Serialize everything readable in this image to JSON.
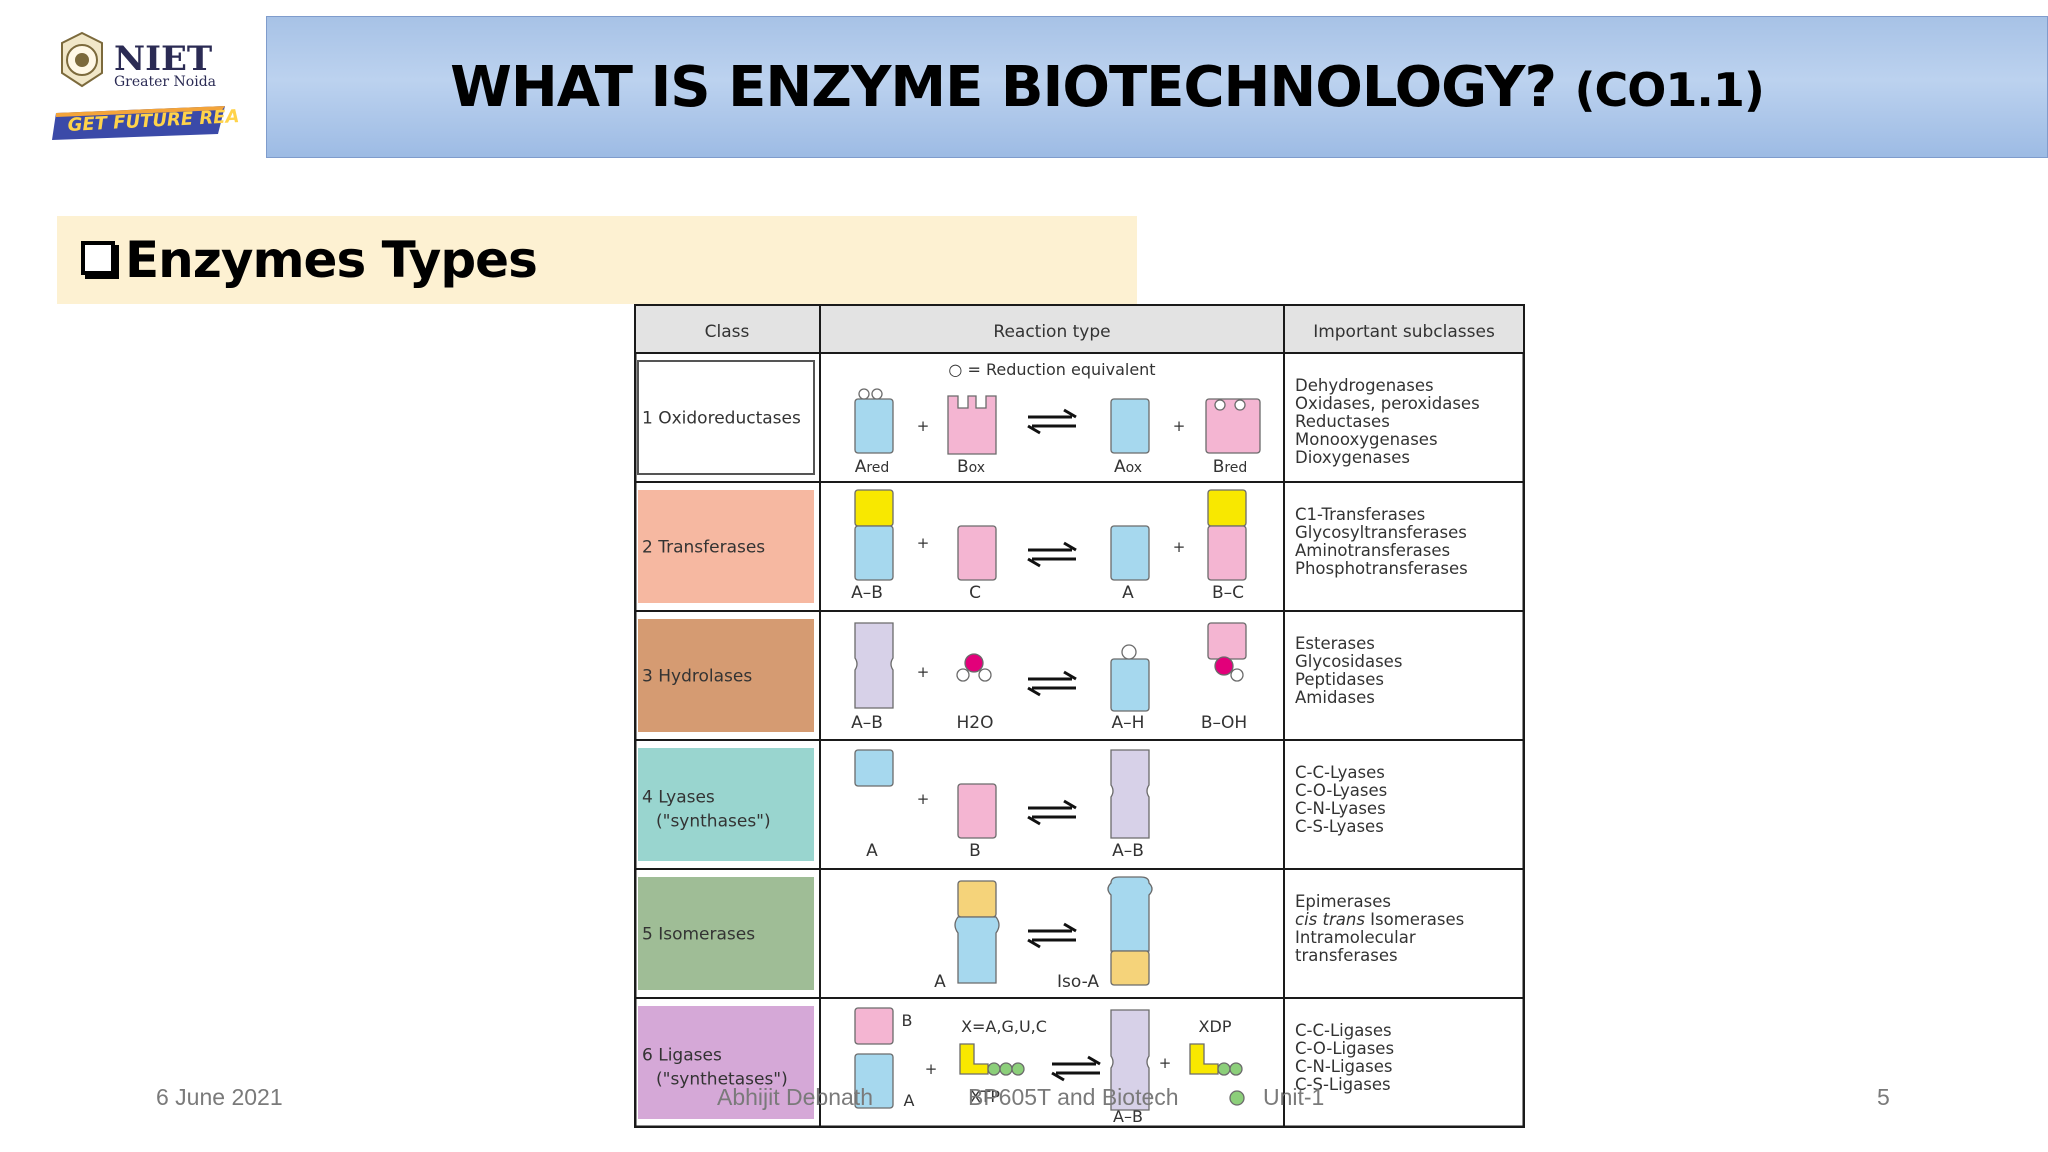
{
  "logo": {
    "name": "NIET",
    "subtitle": "Greater Noida",
    "tagline": "GET FUTURE READY"
  },
  "header": {
    "title": "WHAT IS ENZYME BIOTECHNOLOGY?",
    "code": "(CO1.1)"
  },
  "section": {
    "heading": "Enzymes Types"
  },
  "table": {
    "headers": [
      "Class",
      "Reaction type",
      "Important subclasses"
    ],
    "legend": "○ = Reduction equivalent",
    "rows": [
      {
        "num": "1",
        "cls": [
          "Oxidoreductases"
        ],
        "color": "#ffffff",
        "labels": [
          "Ared",
          "Box",
          "Aox",
          "Bred"
        ],
        "subclasses": [
          "Dehydrogenases",
          "Oxidases, peroxidases",
          "Reductases",
          "Monooxygenases",
          "Dioxygenases"
        ]
      },
      {
        "num": "2",
        "cls": [
          "Transferases"
        ],
        "color": "#f6b8a1",
        "labels": [
          "A–B",
          "C",
          "A",
          "B–C"
        ],
        "subclasses": [
          "C1-Transferases",
          "Glycosyltransferases",
          "Aminotransferases",
          "Phosphotransferases"
        ]
      },
      {
        "num": "3",
        "cls": [
          "Hydrolases"
        ],
        "color": "#d59b72",
        "labels": [
          "A–B",
          "H2O",
          "A–H",
          "B–OH"
        ],
        "subclasses": [
          "Esterases",
          "Glycosidases",
          "Peptidases",
          "Amidases"
        ]
      },
      {
        "num": "4",
        "cls": [
          "Lyases",
          "(\"synthases\")"
        ],
        "color": "#99d5cf",
        "labels": [
          "A",
          "B",
          "A–B"
        ],
        "subclasses": [
          "C-C-Lyases",
          "C-O-Lyases",
          "C-N-Lyases",
          "C-S-Lyases"
        ]
      },
      {
        "num": "5",
        "cls": [
          "Isomerases"
        ],
        "color": "#9fbd96",
        "labels": [
          "A",
          "Iso-A"
        ],
        "subclasses": [
          "Epimerases",
          "cis trans Isomerases",
          "Intramolecular",
          "transferases"
        ]
      },
      {
        "num": "6",
        "cls": [
          "Ligases",
          "(\"synthetases\")"
        ],
        "color": "#d5a8d7",
        "labels": [
          "B",
          "A",
          "X=A,G,U,C",
          "XTP",
          "A–B",
          "XDP"
        ],
        "subclasses": [
          "C-C-Ligases",
          "C-O-Ligases",
          "C-N-Ligases",
          "C-S-Ligases"
        ]
      }
    ]
  },
  "colors": {
    "blue": "#a6d8ee",
    "pink": "#f4b5d2",
    "lavender": "#d7d1e8",
    "yellow": "#f8e800",
    "gold": "#f5d37a",
    "magenta": "#e2007a"
  },
  "footer": {
    "date": "6 June 2021",
    "author": "Abhijit Debnath",
    "course": "BP605T and Biotech",
    "unit": "Unit-1",
    "page": "5"
  }
}
